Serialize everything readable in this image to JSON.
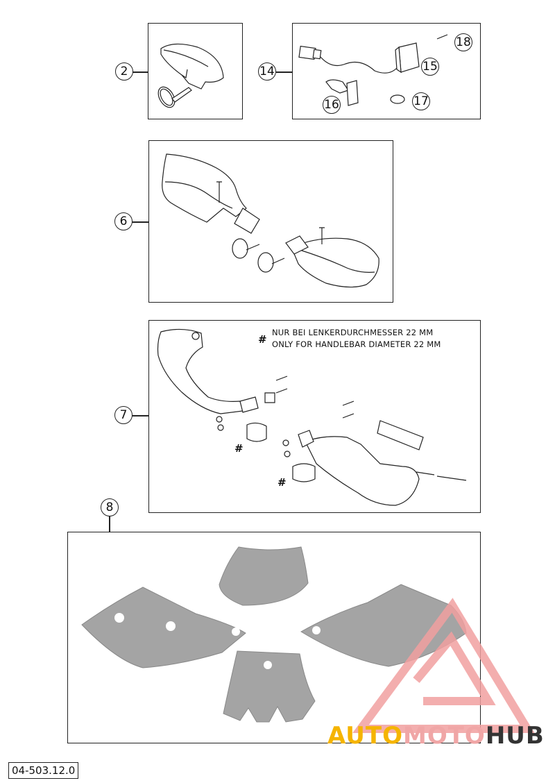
{
  "callouts": {
    "c2": "2",
    "c6": "6",
    "c7": "7",
    "c8": "8",
    "c14": "14",
    "c15": "15",
    "c16": "16",
    "c17": "17",
    "c18": "18"
  },
  "notes": {
    "hash": "#",
    "line1": "NUR BEI LENKERDURCHMESSER 22 MM",
    "line2": "ONLY FOR HANDLEBAR DIAMETER 22 MM",
    "hash_a": "#",
    "hash_b": "#"
  },
  "diagram_code": "04-503.12.0",
  "watermark": {
    "part1": "AUTO",
    "part2": "MOTO",
    "part3": "HUB",
    "color1": "#f5b400",
    "color2": "#f0a6a6",
    "color3": "#333333"
  }
}
